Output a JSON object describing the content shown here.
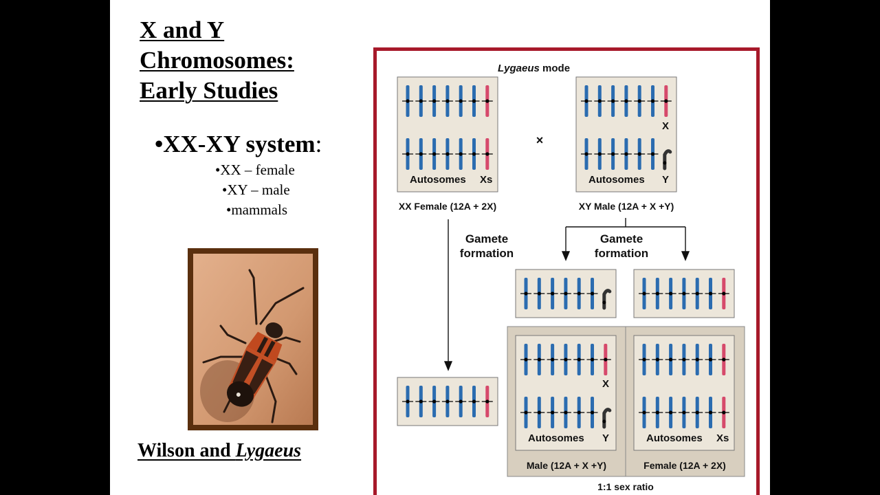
{
  "slide": {
    "title_lines": [
      "X and Y",
      "Chromosomes:",
      "Early Studies"
    ],
    "bullet_main": "•XX-XY system",
    "bullet_colon": ":",
    "sub_items": [
      "•XX – female",
      "•XY – male",
      "•mammals"
    ],
    "caption_prefix": "Wilson and ",
    "caption_italic": "Lygaeus"
  },
  "photo": {
    "subject": "red-and-black Lygaeus bug on skin",
    "icon": "insect-photo"
  },
  "diagram": {
    "mode_italic": "Lygaeus",
    "mode_rest": " mode",
    "cross_symbol": "×",
    "female_parent_caption": "XX Female (12A + 2X)",
    "male_parent_caption": "XY Male (12A + X +Y)",
    "gamete_line1": "Gamete",
    "gamete_line2": "formation",
    "autosomes_label": "Autosomes",
    "xs_label": "Xs",
    "x_label": "X",
    "y_label": "Y",
    "offspring_male_caption": "Male (12A + X +Y)",
    "offspring_female_caption": "Female (12A + 2X)",
    "ratio_caption": "1:1 sex ratio",
    "colors": {
      "border": "#a7192a",
      "autosome": "#2b6cb0",
      "x_chromosome": "#d6496b",
      "y_chromosome": "#333333",
      "panel": "#ece6da",
      "offspring_panel": "#d8cfbf"
    }
  }
}
